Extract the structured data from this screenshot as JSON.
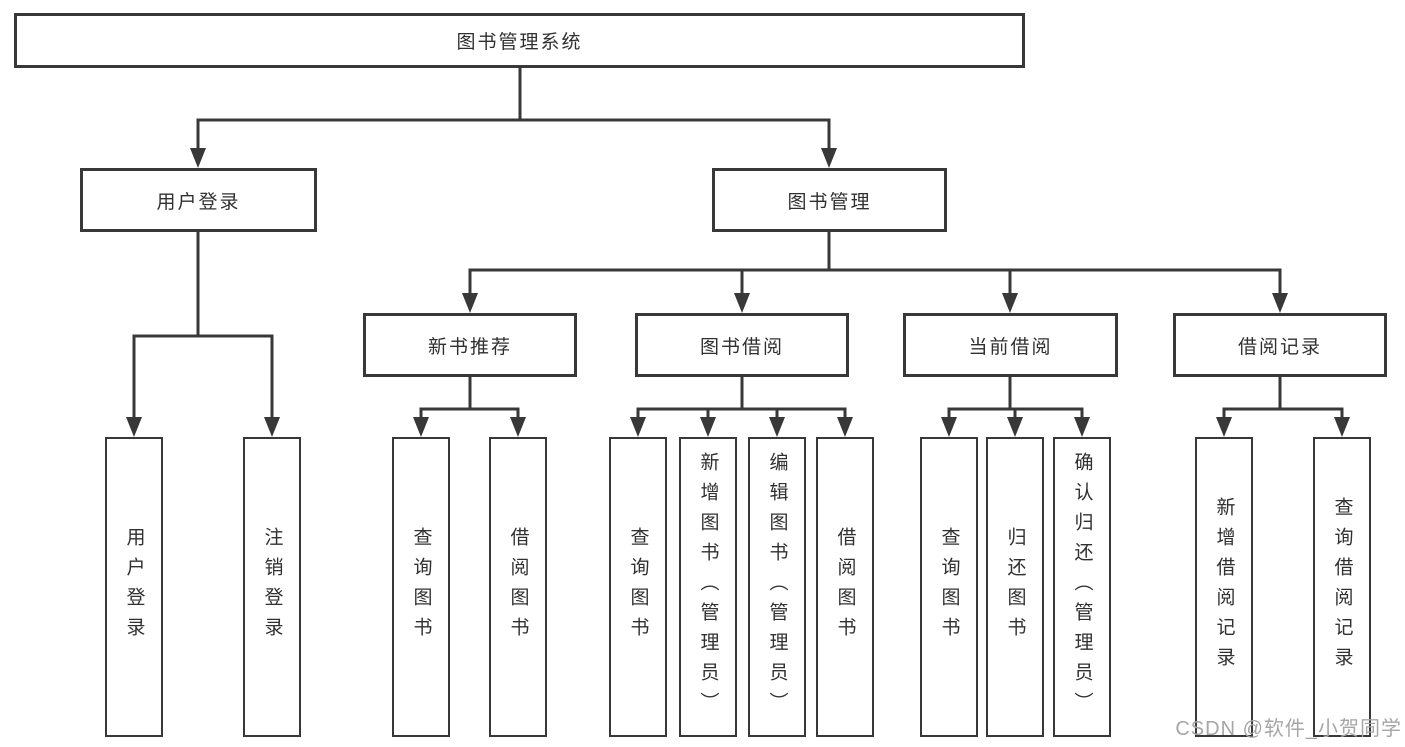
{
  "tree": {
    "label": "图书管理系统",
    "children": [
      {
        "label": "用户登录",
        "children": [
          {
            "label": "用户登录"
          },
          {
            "label": "注销登录"
          }
        ]
      },
      {
        "label": "图书管理",
        "children": [
          {
            "label": "新书推荐",
            "children": [
              {
                "label": "查询图书"
              },
              {
                "label": "借阅图书"
              }
            ]
          },
          {
            "label": "图书借阅",
            "children": [
              {
                "label": "查询图书"
              },
              {
                "label": "新增图书（管理员）"
              },
              {
                "label": "编辑图书（管理员）"
              },
              {
                "label": "借阅图书"
              }
            ]
          },
          {
            "label": "当前借阅",
            "children": [
              {
                "label": "查询图书"
              },
              {
                "label": "归还图书"
              },
              {
                "label": "确认归还（管理员）"
              }
            ]
          },
          {
            "label": "借阅记录",
            "children": [
              {
                "label": "新增借阅记录"
              },
              {
                "label": "查询借阅记录"
              }
            ]
          }
        ]
      }
    ]
  },
  "watermark": "CSDN @软件_小贺同学",
  "colors": {
    "line": "#383838",
    "text": "#303030",
    "watermark": "#a6a6a6",
    "background": "#ffffff"
  }
}
